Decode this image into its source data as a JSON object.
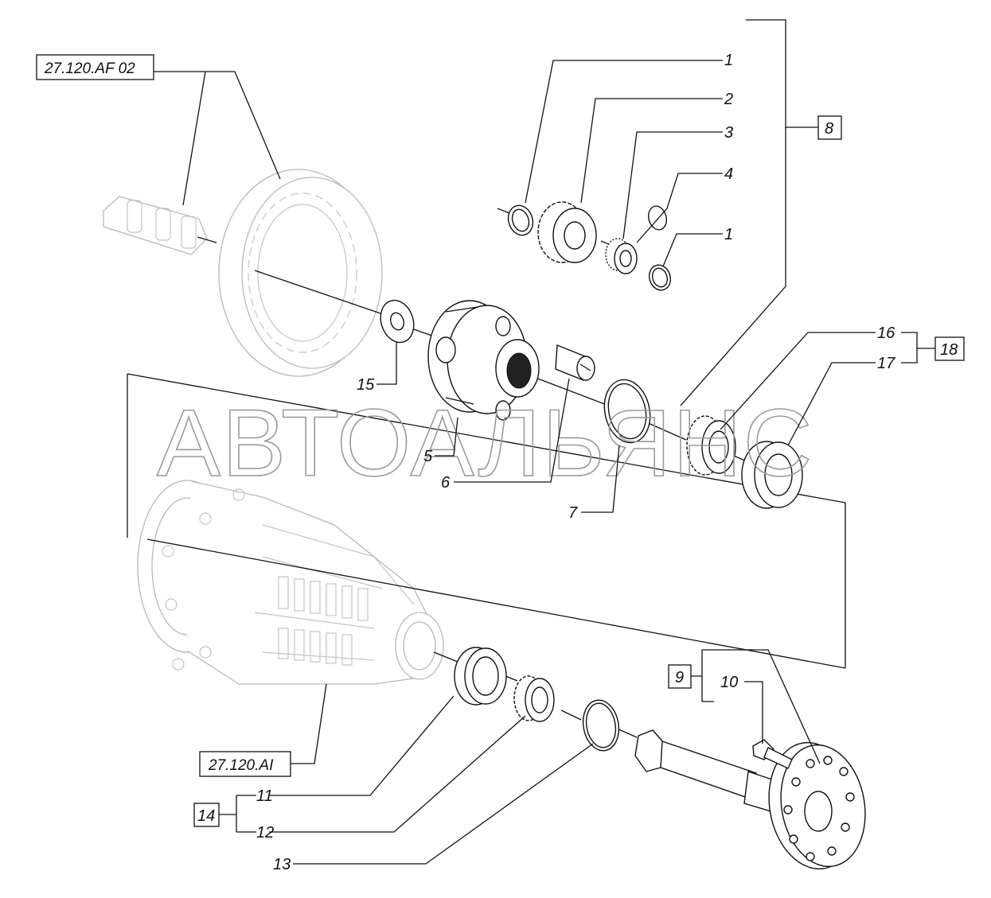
{
  "diagram": {
    "watermark": "АВТОАЛЬЯНС",
    "reference_boxes": {
      "ref_af": "27.120.AF 02",
      "ref_ai": "27.120.AI"
    },
    "group_labels": {
      "group_8": "8",
      "group_9": "9",
      "group_14": "14",
      "group_18": "18"
    },
    "callouts": {
      "c1a": "1",
      "c2": "2",
      "c3": "3",
      "c4": "4",
      "c1b": "1",
      "c16": "16",
      "c17": "17",
      "c15": "15",
      "c5": "5",
      "c6": "6",
      "c7": "7",
      "c10": "10",
      "c11": "11",
      "c12": "12",
      "c13": "13"
    }
  }
}
